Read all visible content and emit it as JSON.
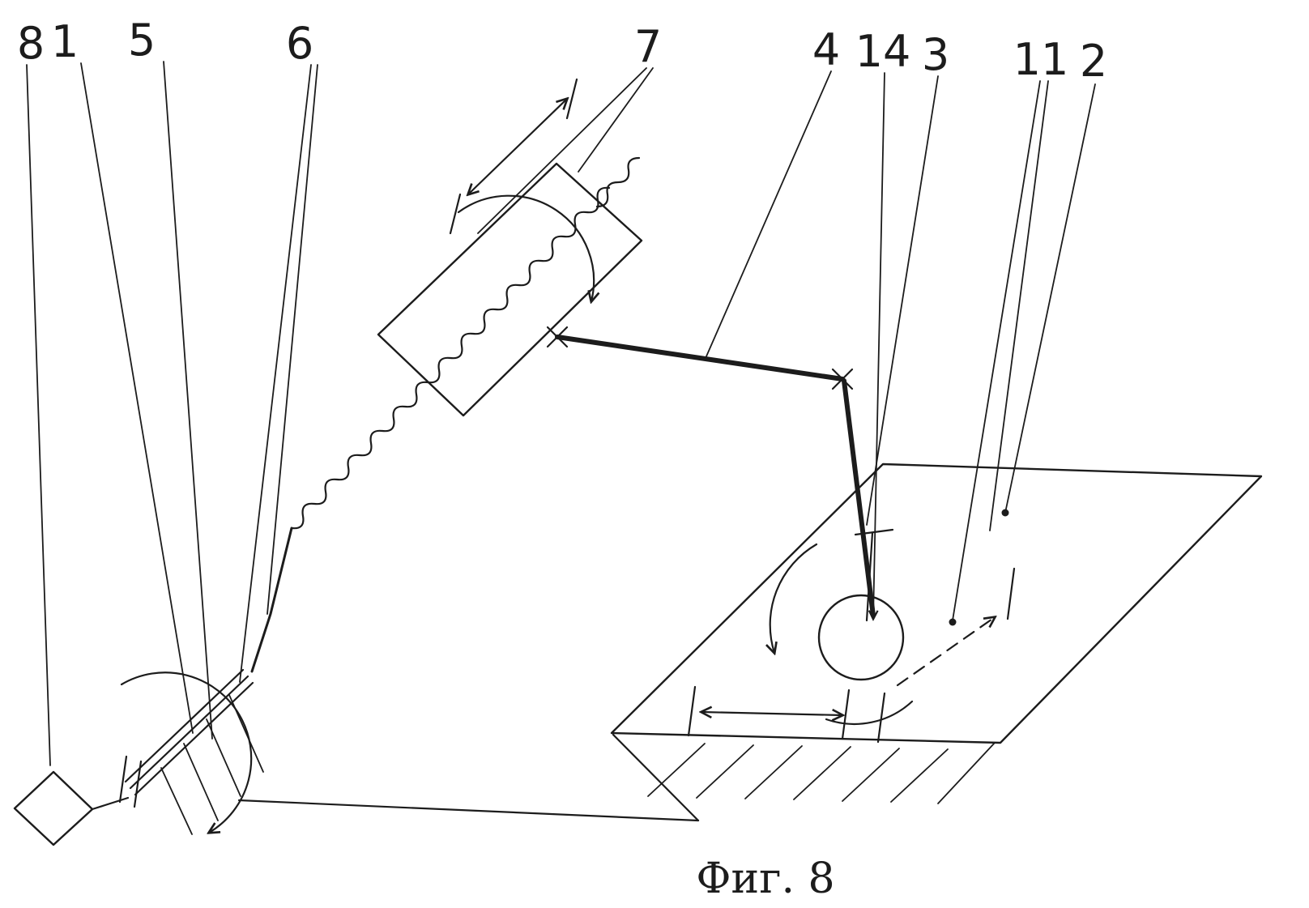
{
  "figure": {
    "caption": "Фиг. 8",
    "labels": [
      {
        "text": "8"
      },
      {
        "text": "1"
      },
      {
        "text": "5"
      },
      {
        "text": "6"
      },
      {
        "text": "7"
      },
      {
        "text": "4"
      },
      {
        "text": "14"
      },
      {
        "text": "3"
      },
      {
        "text": "11"
      },
      {
        "text": "2"
      }
    ]
  },
  "colors": {
    "ink": "#1c1c1c",
    "paper": "#ffffff"
  }
}
